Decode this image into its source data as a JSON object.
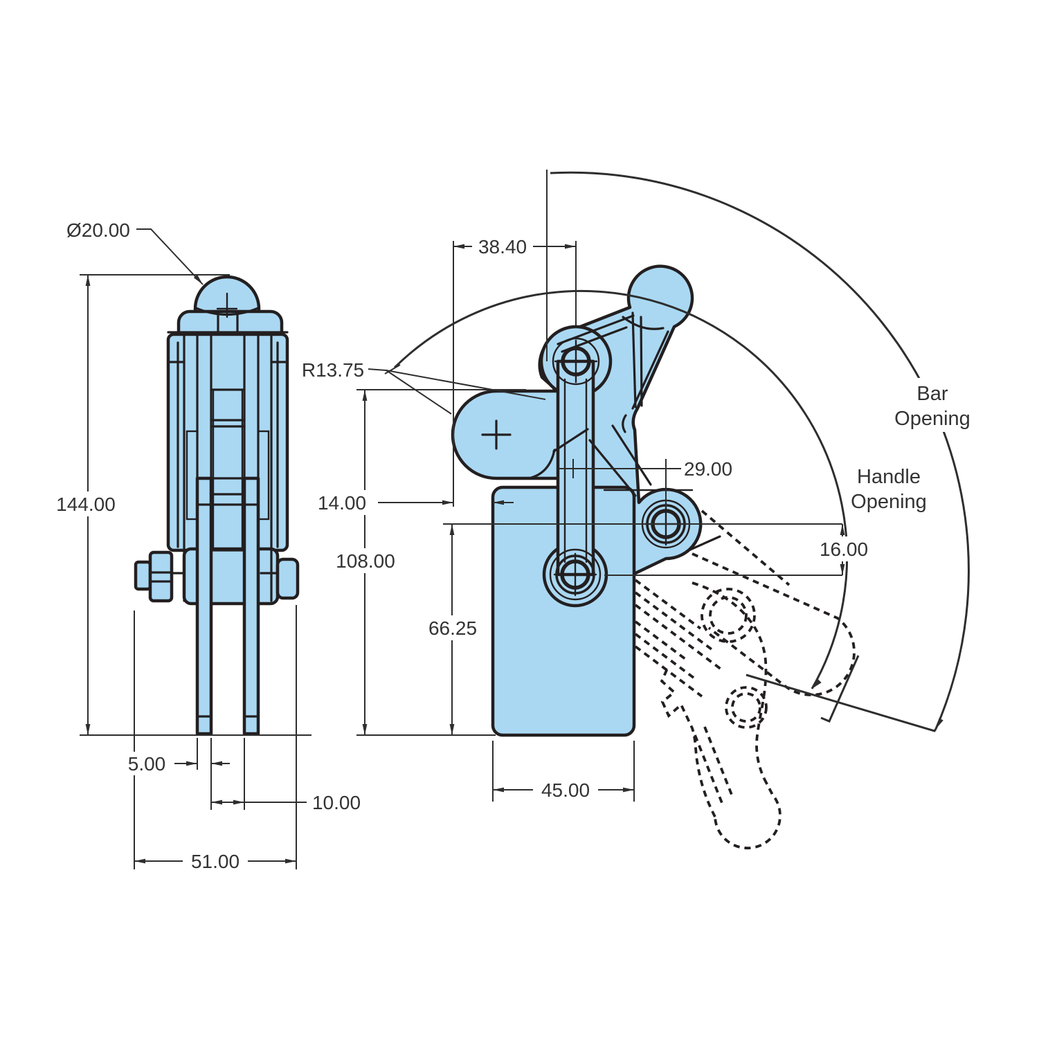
{
  "colors": {
    "part_fill": "#aad8f2",
    "line": "#231f20",
    "dim": "#2e2e2e",
    "background": "#ffffff"
  },
  "drawing": {
    "front_view": {
      "dimensions": {
        "knob_diameter": "Ø20.00",
        "overall_height": "144.00",
        "leg_thickness": "5.00",
        "leg_gap": "10.00",
        "overall_width": "51.00"
      }
    },
    "side_view": {
      "dimensions": {
        "pivot_offset": "38.40",
        "bar_end_radius": "R13.75",
        "bar_overhang": "14.00",
        "bar_height": "108.00",
        "pivot_height": "66.25",
        "handle_pivot_offset": "29.00",
        "pivot_drop": "16.00",
        "base_width": "45.00"
      },
      "annotations": {
        "bar_opening_line1": "Bar",
        "bar_opening_line2": "Opening",
        "handle_opening_line1": "Handle",
        "handle_opening_line2": "Opening"
      }
    }
  }
}
